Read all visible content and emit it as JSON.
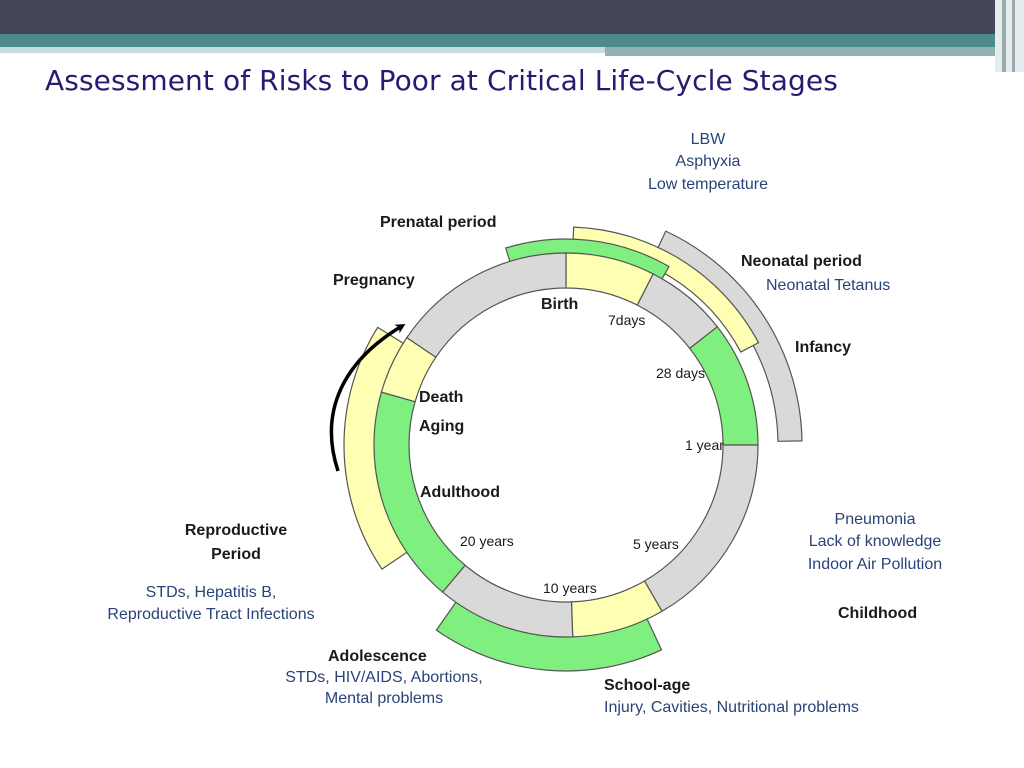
{
  "slide": {
    "title": "Assessment of Risks to Poor at Critical Life-Cycle Stages"
  },
  "colors": {
    "title": "#241b73",
    "header_bar": "#434658",
    "teal_band": "#4e8a8c",
    "segment_gray": "#d9d9d9",
    "segment_yellow": "#ffffb3",
    "segment_green": "#7fef7f",
    "outline": "#555555",
    "risk_text": "#2a4378"
  },
  "diagram": {
    "stages": {
      "prenatal": "Prenatal period",
      "pregnancy": "Pregnancy",
      "neonatal": "Neonatal period",
      "infancy": "Infancy",
      "childhood": "Childhood",
      "school_age": "School-age",
      "adolescence": "Adolescence",
      "reproductive_line1": "Reproductive",
      "reproductive_line2": "Period"
    },
    "inner_labels": {
      "birth": "Birth",
      "death": "Death",
      "aging": "Aging",
      "adulthood": "Adulthood"
    },
    "ticks": {
      "days7": "7days",
      "days28": "28 days",
      "year1": "1 year",
      "years5": "5 years",
      "years10": "10 years",
      "years20": "20 years"
    },
    "risks": {
      "neonatal_top": [
        "LBW",
        "Asphyxia",
        "Low temperature"
      ],
      "neonatal": "Neonatal Tetanus",
      "childhood": [
        "Pneumonia",
        "Lack of knowledge",
        "Indoor Air Pollution"
      ],
      "school_age": "Injury, Cavities, Nutritional problems",
      "adolescence": [
        "STDs, HIV/AIDS, Abortions,",
        "Mental problems"
      ],
      "reproductive": [
        "STDs, Hepatitis B,",
        "Reproductive Tract Infections"
      ]
    }
  }
}
